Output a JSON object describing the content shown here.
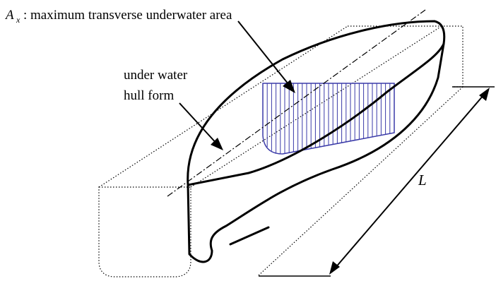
{
  "labels": {
    "area_symbol": "A",
    "area_subscript": "x",
    "area_desc": ": maximum transverse underwater area",
    "hull_line1": "under water",
    "hull_line2": "hull form",
    "length_symbol": "L"
  },
  "colors": {
    "ink": "#000000",
    "section_hatch": "#3a3aa8"
  }
}
